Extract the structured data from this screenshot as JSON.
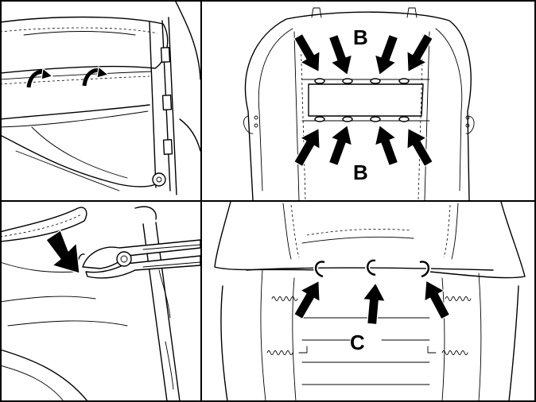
{
  "labels": {
    "b_top": "B",
    "b_bottom": "B",
    "c": "C"
  },
  "icons": [
    "curved-arrow-icon",
    "pointer-arrow-icon",
    "pliers-icon",
    "hog-ring-icon",
    "spring-icon"
  ]
}
